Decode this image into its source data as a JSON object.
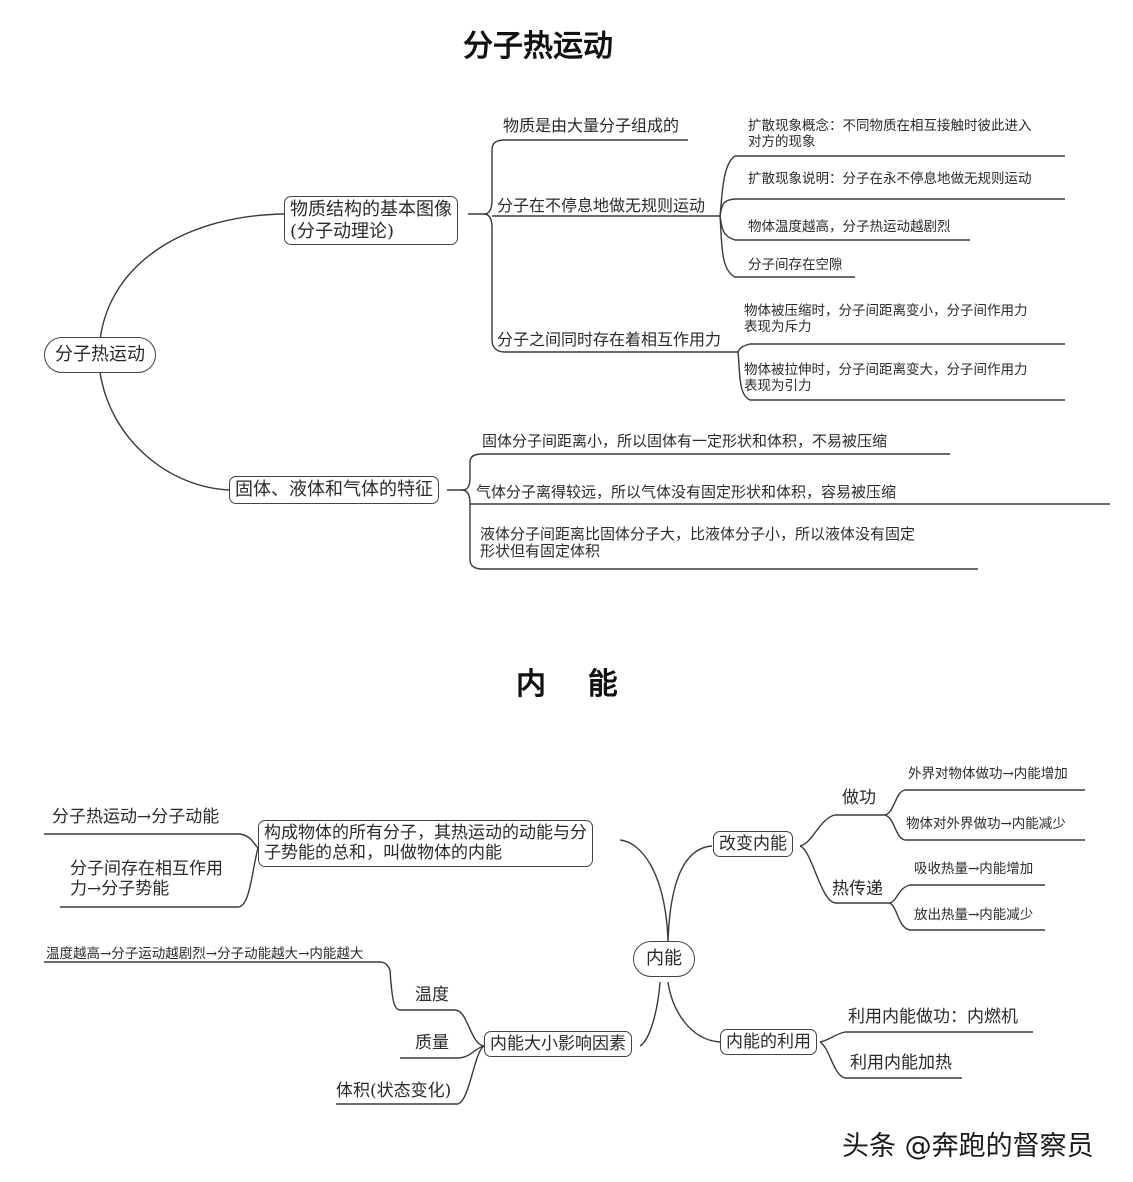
{
  "section1": {
    "title": "分子热运动",
    "root": "分子热运动",
    "branch_structure": {
      "label_line1": "物质结构的基本图像",
      "label_line2": "(分子动理论)",
      "children": [
        {
          "label": "物质是由大量分子组成的"
        },
        {
          "label": "分子在不停息地做无规则运动",
          "children": [
            {
              "line1": "扩散现象概念：不同物质在相互接触时彼此进入",
              "line2": "对方的现象"
            },
            {
              "line1": "扩散现象说明：分子在永不停息地做无规则运动"
            },
            {
              "line1": "物体温度越高，分子热运动越剧烈"
            },
            {
              "line1": "分子间存在空隙"
            }
          ]
        },
        {
          "label": "分子之间同时存在着相互作用力",
          "children": [
            {
              "line1": "物体被压缩时，分子间距离变小，分子间作用力",
              "line2": "表现为斥力"
            },
            {
              "line1": "物体被拉伸时，分子间距离变大，分子间作用力",
              "line2": "表现为引力"
            }
          ]
        }
      ]
    },
    "branch_states": {
      "label": "固体、液体和气体的特征",
      "children": [
        {
          "line1": "固体分子间距离小，所以固体有一定形状和体积，不易被压缩"
        },
        {
          "line1": "气体分子离得较远，所以气体没有固定形状和体积，容易被压缩"
        },
        {
          "line1": "液体分子间距离比固体分子大，比液体分子小，所以液体没有固定",
          "line2": "形状但有固定体积"
        }
      ]
    }
  },
  "section2": {
    "title": "内    能",
    "root": "内能",
    "definition": {
      "line1": "构成物体的所有分子，其热运动的动能与分",
      "line2": "子势能的总和，叫做物体的内能",
      "children": [
        {
          "line1": "分子热运动→分子动能"
        },
        {
          "line1": "分子间存在相互作用",
          "line2": "力→分子势能"
        }
      ]
    },
    "change": {
      "label": "改变内能",
      "work": {
        "label": "做功",
        "children": [
          "外界对物体做功→内能增加",
          "物体对外界做功→内能减少"
        ]
      },
      "heat": {
        "label": "热传递",
        "children": [
          "吸收热量→内能增加",
          "放出热量→内能减少"
        ]
      }
    },
    "factors": {
      "label": "内能大小影响因素",
      "temperature": {
        "label": "温度",
        "detail": "温度越高→分子运动越剧烈→分子动能越大→内能越大"
      },
      "mass": {
        "label": "质量"
      },
      "volume": {
        "label": "体积(状态变化)"
      }
    },
    "usage": {
      "label": "内能的利用",
      "children": [
        "利用内能做功：内燃机",
        "利用内能加热"
      ]
    }
  },
  "watermark": "头条 @奔跑的督察员"
}
